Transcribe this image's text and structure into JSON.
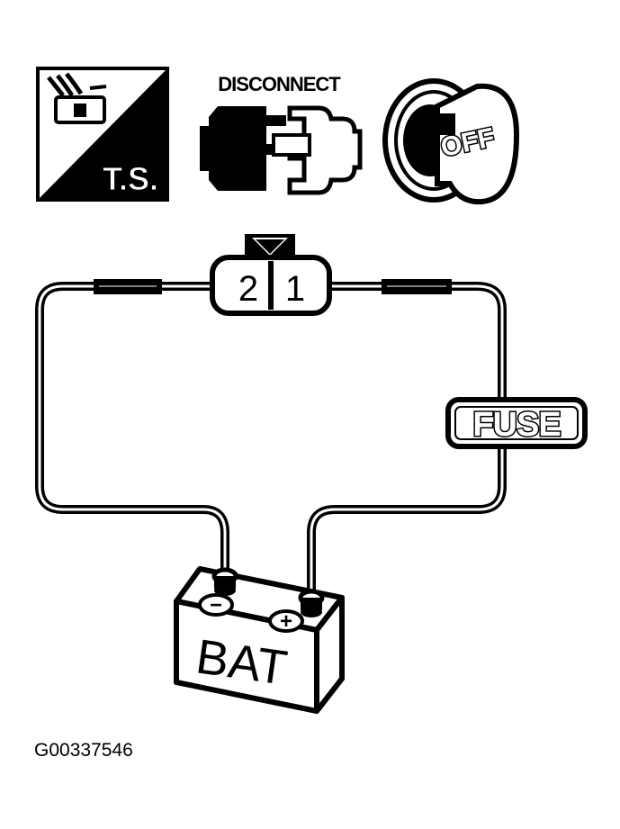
{
  "icons": {
    "troubleshooting": {
      "label": "T.S."
    },
    "disconnect": {
      "label": "DISCONNECT"
    },
    "ignition": {
      "label": "OFF"
    }
  },
  "circuit": {
    "connector": {
      "pin_left": "2",
      "pin_right": "1"
    },
    "fuse": {
      "label": "FUSE"
    },
    "battery": {
      "label": "BAT",
      "negative": "−",
      "positive": "+"
    }
  },
  "figure_id": "G00337546"
}
